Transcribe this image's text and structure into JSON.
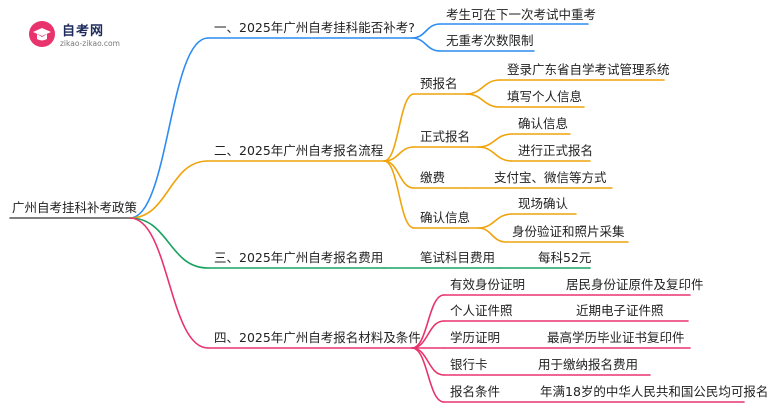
{
  "logo": {
    "name": "自考网",
    "url": "zikao-zikao.com",
    "icon": "graduation-cap-icon"
  },
  "root": {
    "label": "广州自考挂科补考政策"
  },
  "colors": {
    "blue": "#2d8cf0",
    "orange": "#f0a30a",
    "green": "#1aa260",
    "pink": "#e8336d"
  },
  "branches": [
    {
      "label": "一、2025年广州自考挂科能否补考?",
      "children": [
        {
          "label": "考生可在下一次考试中重考"
        },
        {
          "label": "无重考次数限制"
        }
      ]
    },
    {
      "label": "二、2025年广州自考报名流程",
      "children": [
        {
          "label": "预报名",
          "children": [
            {
              "label": "登录广东省自学考试管理系统"
            },
            {
              "label": "填写个人信息"
            }
          ]
        },
        {
          "label": "正式报名",
          "children": [
            {
              "label": "确认信息"
            },
            {
              "label": "进行正式报名"
            }
          ]
        },
        {
          "label": "缴费",
          "children": [
            {
              "label": "支付宝、微信等方式"
            }
          ]
        },
        {
          "label": "确认信息",
          "children": [
            {
              "label": "现场确认"
            },
            {
              "label": "身份验证和照片采集"
            }
          ]
        }
      ]
    },
    {
      "label": "三、2025年广州自考报名费用",
      "children": [
        {
          "label": "笔试科目费用",
          "children": [
            {
              "label": "每科52元"
            }
          ]
        }
      ]
    },
    {
      "label": "四、2025年广州自考报名材料及条件",
      "children": [
        {
          "label": "有效身份证明",
          "children": [
            {
              "label": "居民身份证原件及复印件"
            }
          ]
        },
        {
          "label": "个人证件照",
          "children": [
            {
              "label": "近期电子证件照"
            }
          ]
        },
        {
          "label": "学历证明",
          "children": [
            {
              "label": "最高学历毕业证书复印件"
            }
          ]
        },
        {
          "label": "银行卡",
          "children": [
            {
              "label": "用于缴纳报名费用"
            }
          ]
        },
        {
          "label": "报名条件",
          "children": [
            {
              "label": "年满18岁的中华人民共和国公民均可报名"
            }
          ]
        }
      ]
    }
  ]
}
